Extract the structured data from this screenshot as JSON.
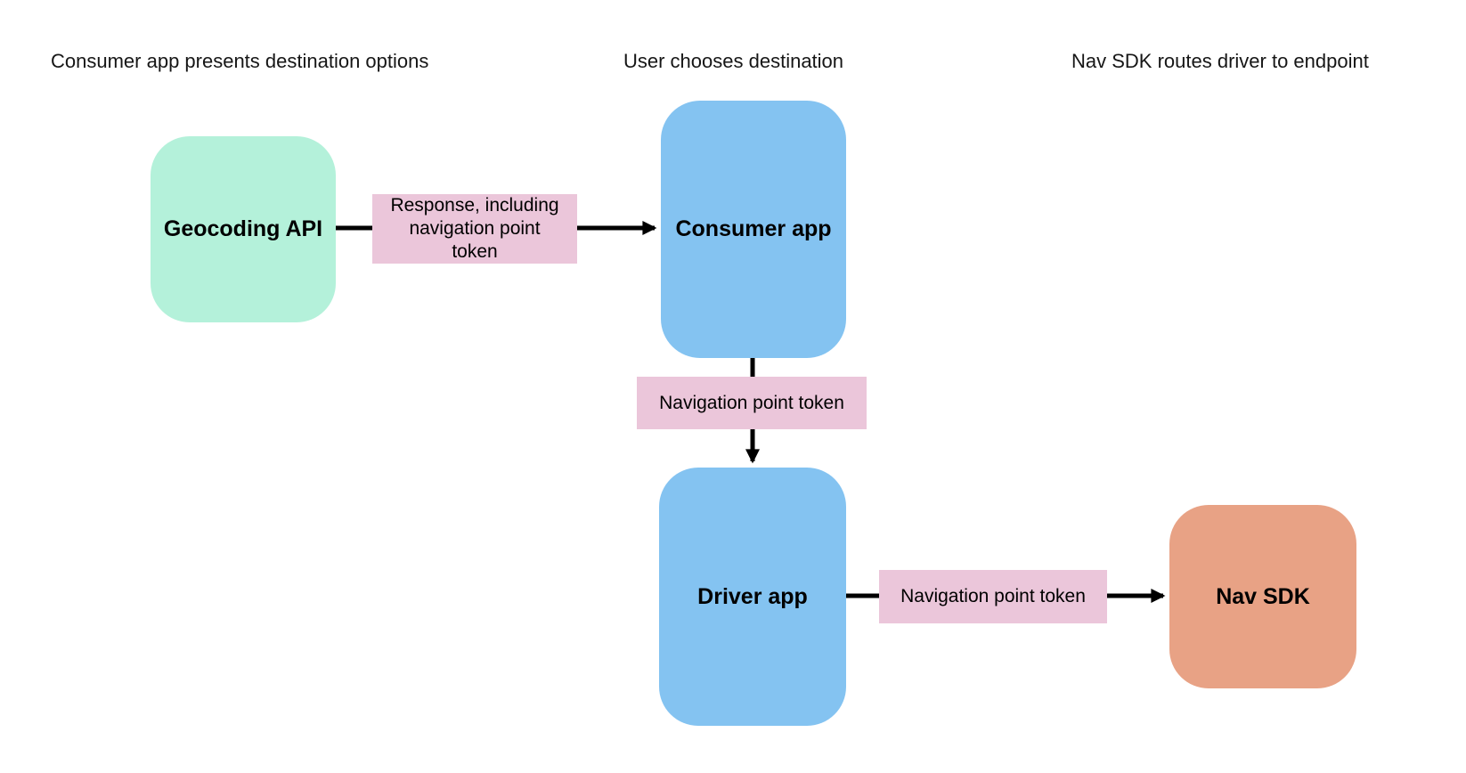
{
  "diagram": {
    "column_headers": [
      {
        "label": "Consumer app presents destination options"
      },
      {
        "label": "User chooses destination"
      },
      {
        "label": "Nav SDK routes driver to endpoint"
      }
    ],
    "nodes": [
      {
        "id": "geocoding-api",
        "label": "Geocoding API",
        "color": "#b4f1da"
      },
      {
        "id": "consumer-app",
        "label": "Consumer app",
        "color": "#84c3f1"
      },
      {
        "id": "driver-app",
        "label": "Driver app",
        "color": "#84c3f1"
      },
      {
        "id": "nav-sdk",
        "label": "Nav SDK",
        "color": "#e8a285"
      }
    ],
    "edge_labels": [
      {
        "label": "Response, including navigation point token",
        "color": "#ebc6da"
      },
      {
        "label": "Navigation point token",
        "color": "#ebc6da"
      },
      {
        "label": "Navigation point token",
        "color": "#ebc6da"
      }
    ],
    "arrow_color": "#000000"
  }
}
